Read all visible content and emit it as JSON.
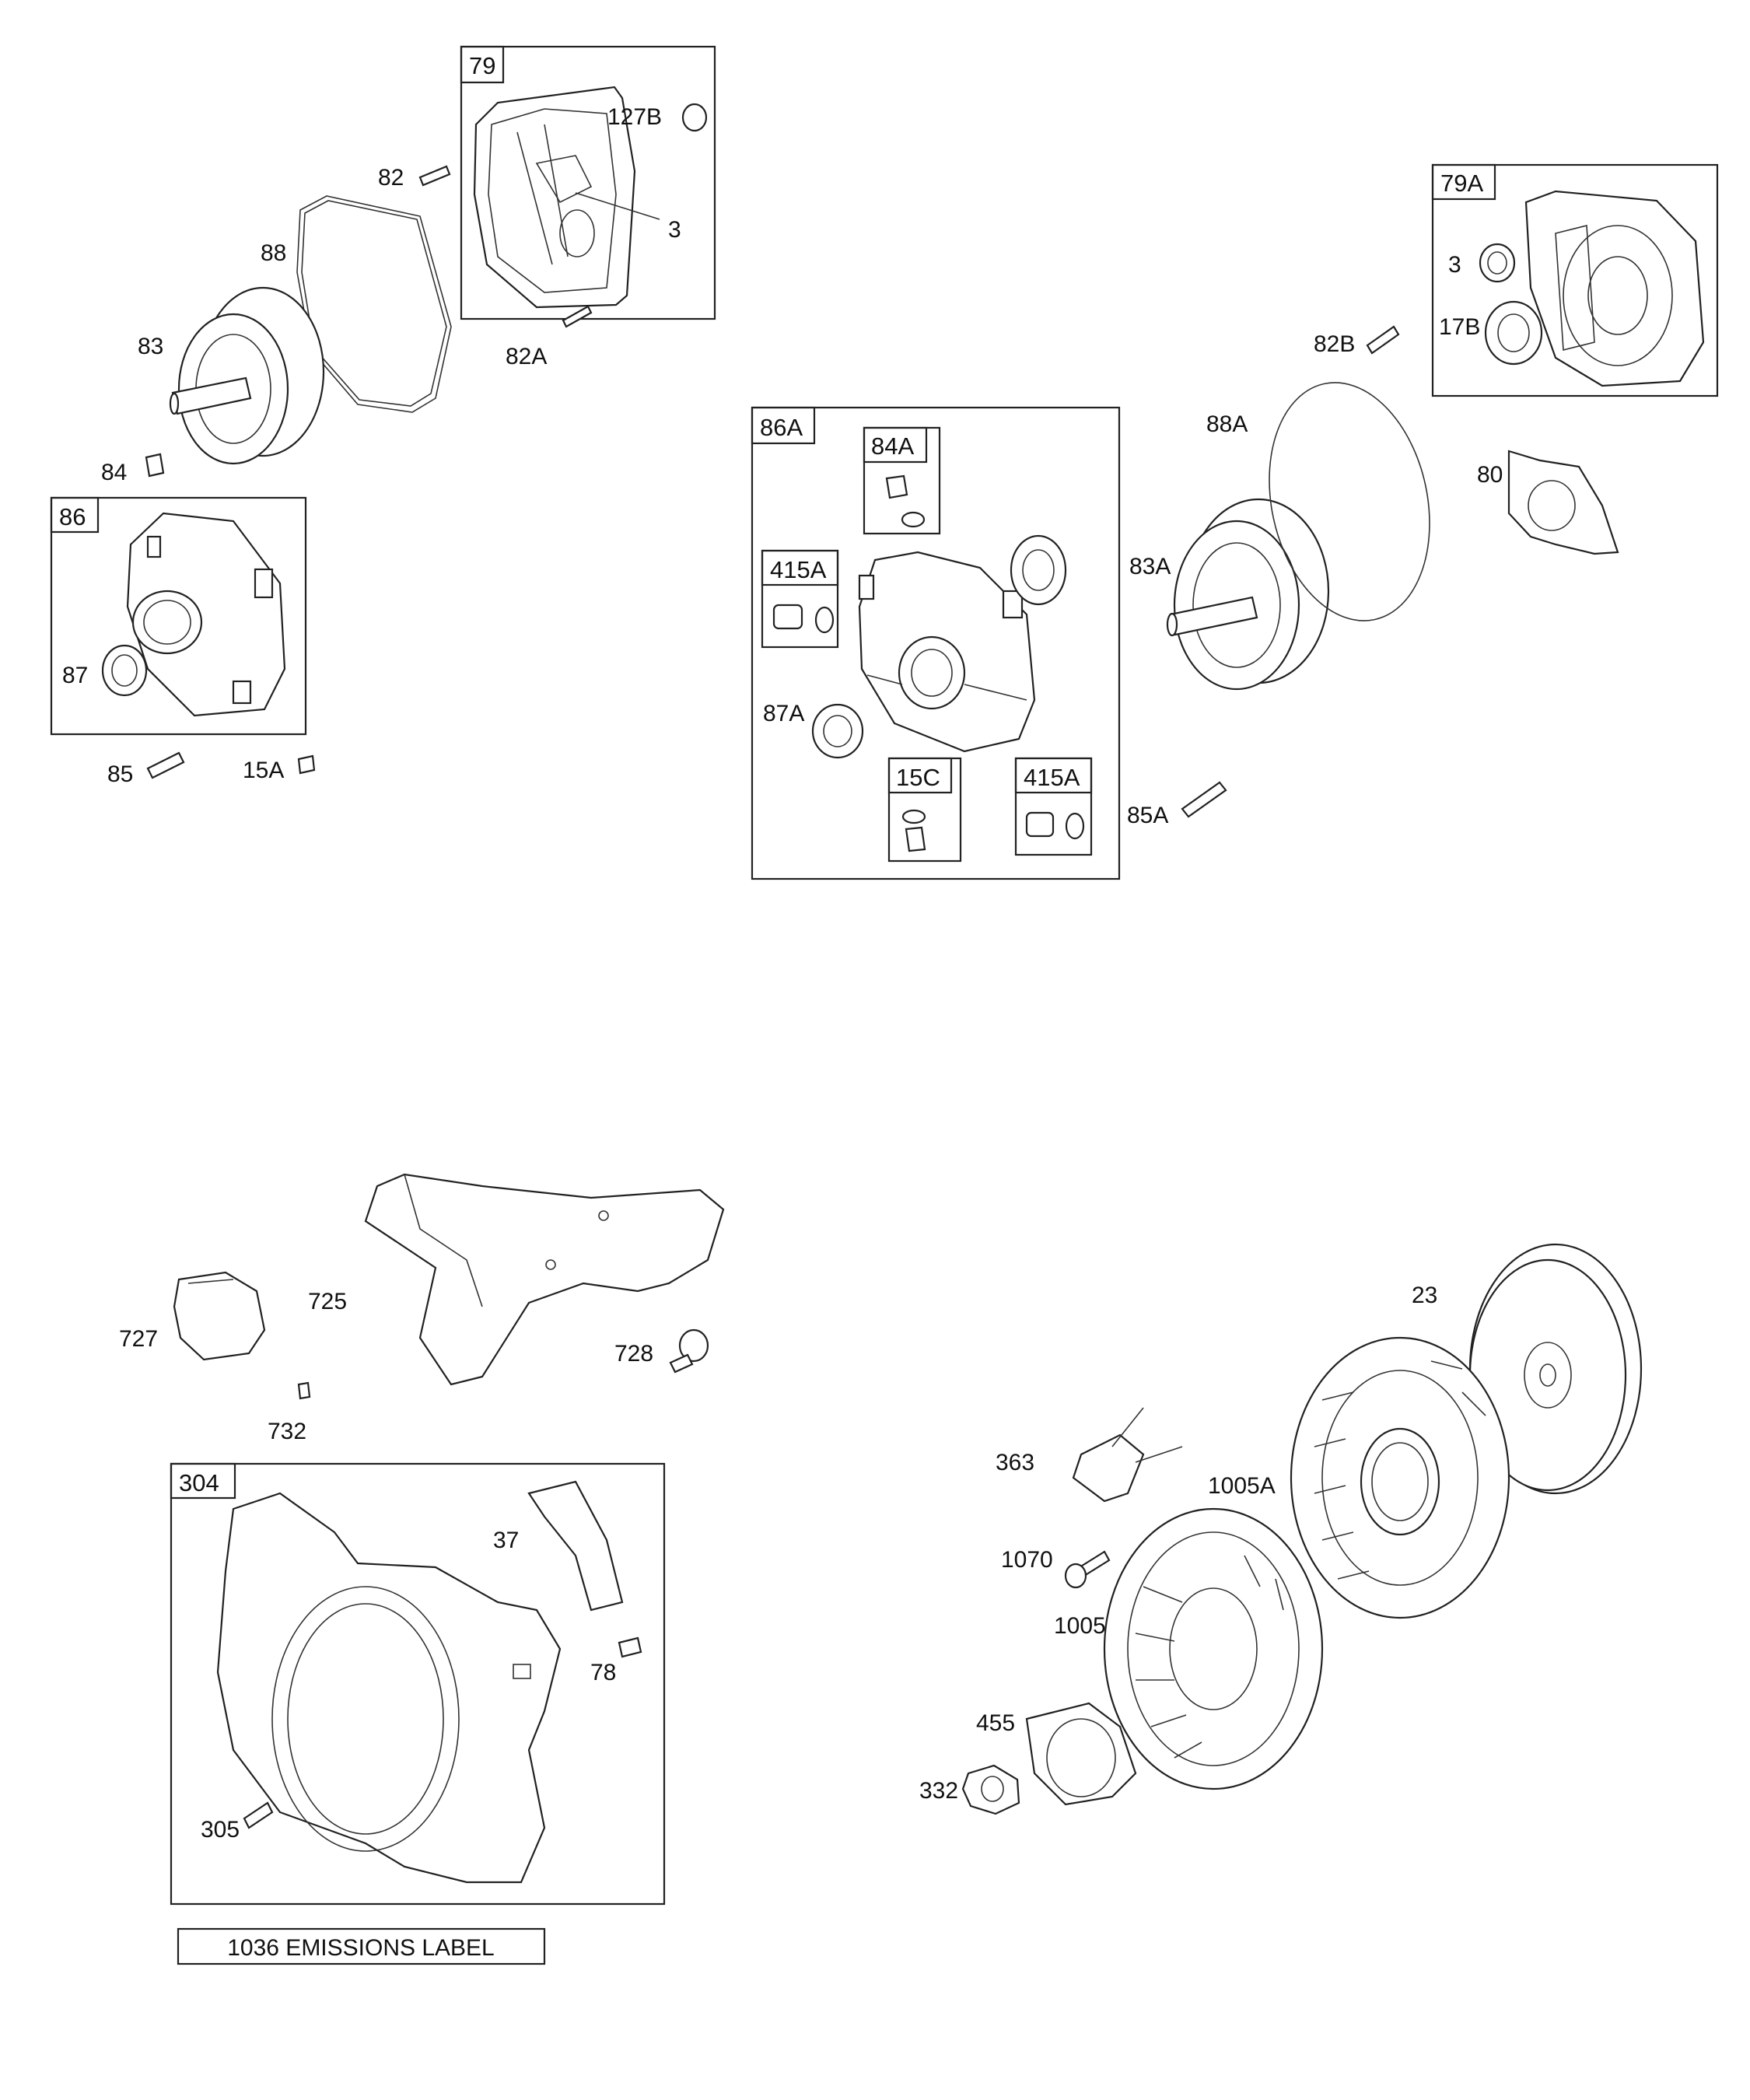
{
  "parts": {
    "p79": "79",
    "p127B": "127B",
    "p3": "3",
    "p82": "82",
    "p82A": "82A",
    "p88": "88",
    "p83": "83",
    "p84": "84",
    "p86": "86",
    "p87": "87",
    "p85": "85",
    "p15A": "15A",
    "p86A": "86A",
    "p84A": "84A",
    "p415A_1": "415A",
    "p87A": "87A",
    "p15C": "15C",
    "p415A_2": "415A",
    "p85A": "85A",
    "p83A": "83A",
    "p88A": "88A",
    "p82B": "82B",
    "p79A": "79A",
    "p3b": "3",
    "p17B": "17B",
    "p80": "80",
    "p725": "725",
    "p727": "727",
    "p732": "732",
    "p728": "728",
    "p304": "304",
    "p37": "37",
    "p78": "78",
    "p305": "305",
    "p23": "23",
    "p363": "363",
    "p1005A": "1005A",
    "p1070": "1070",
    "p1005": "1005",
    "p455": "455",
    "p332": "332"
  },
  "emissions_label": "1036 EMISSIONS LABEL"
}
